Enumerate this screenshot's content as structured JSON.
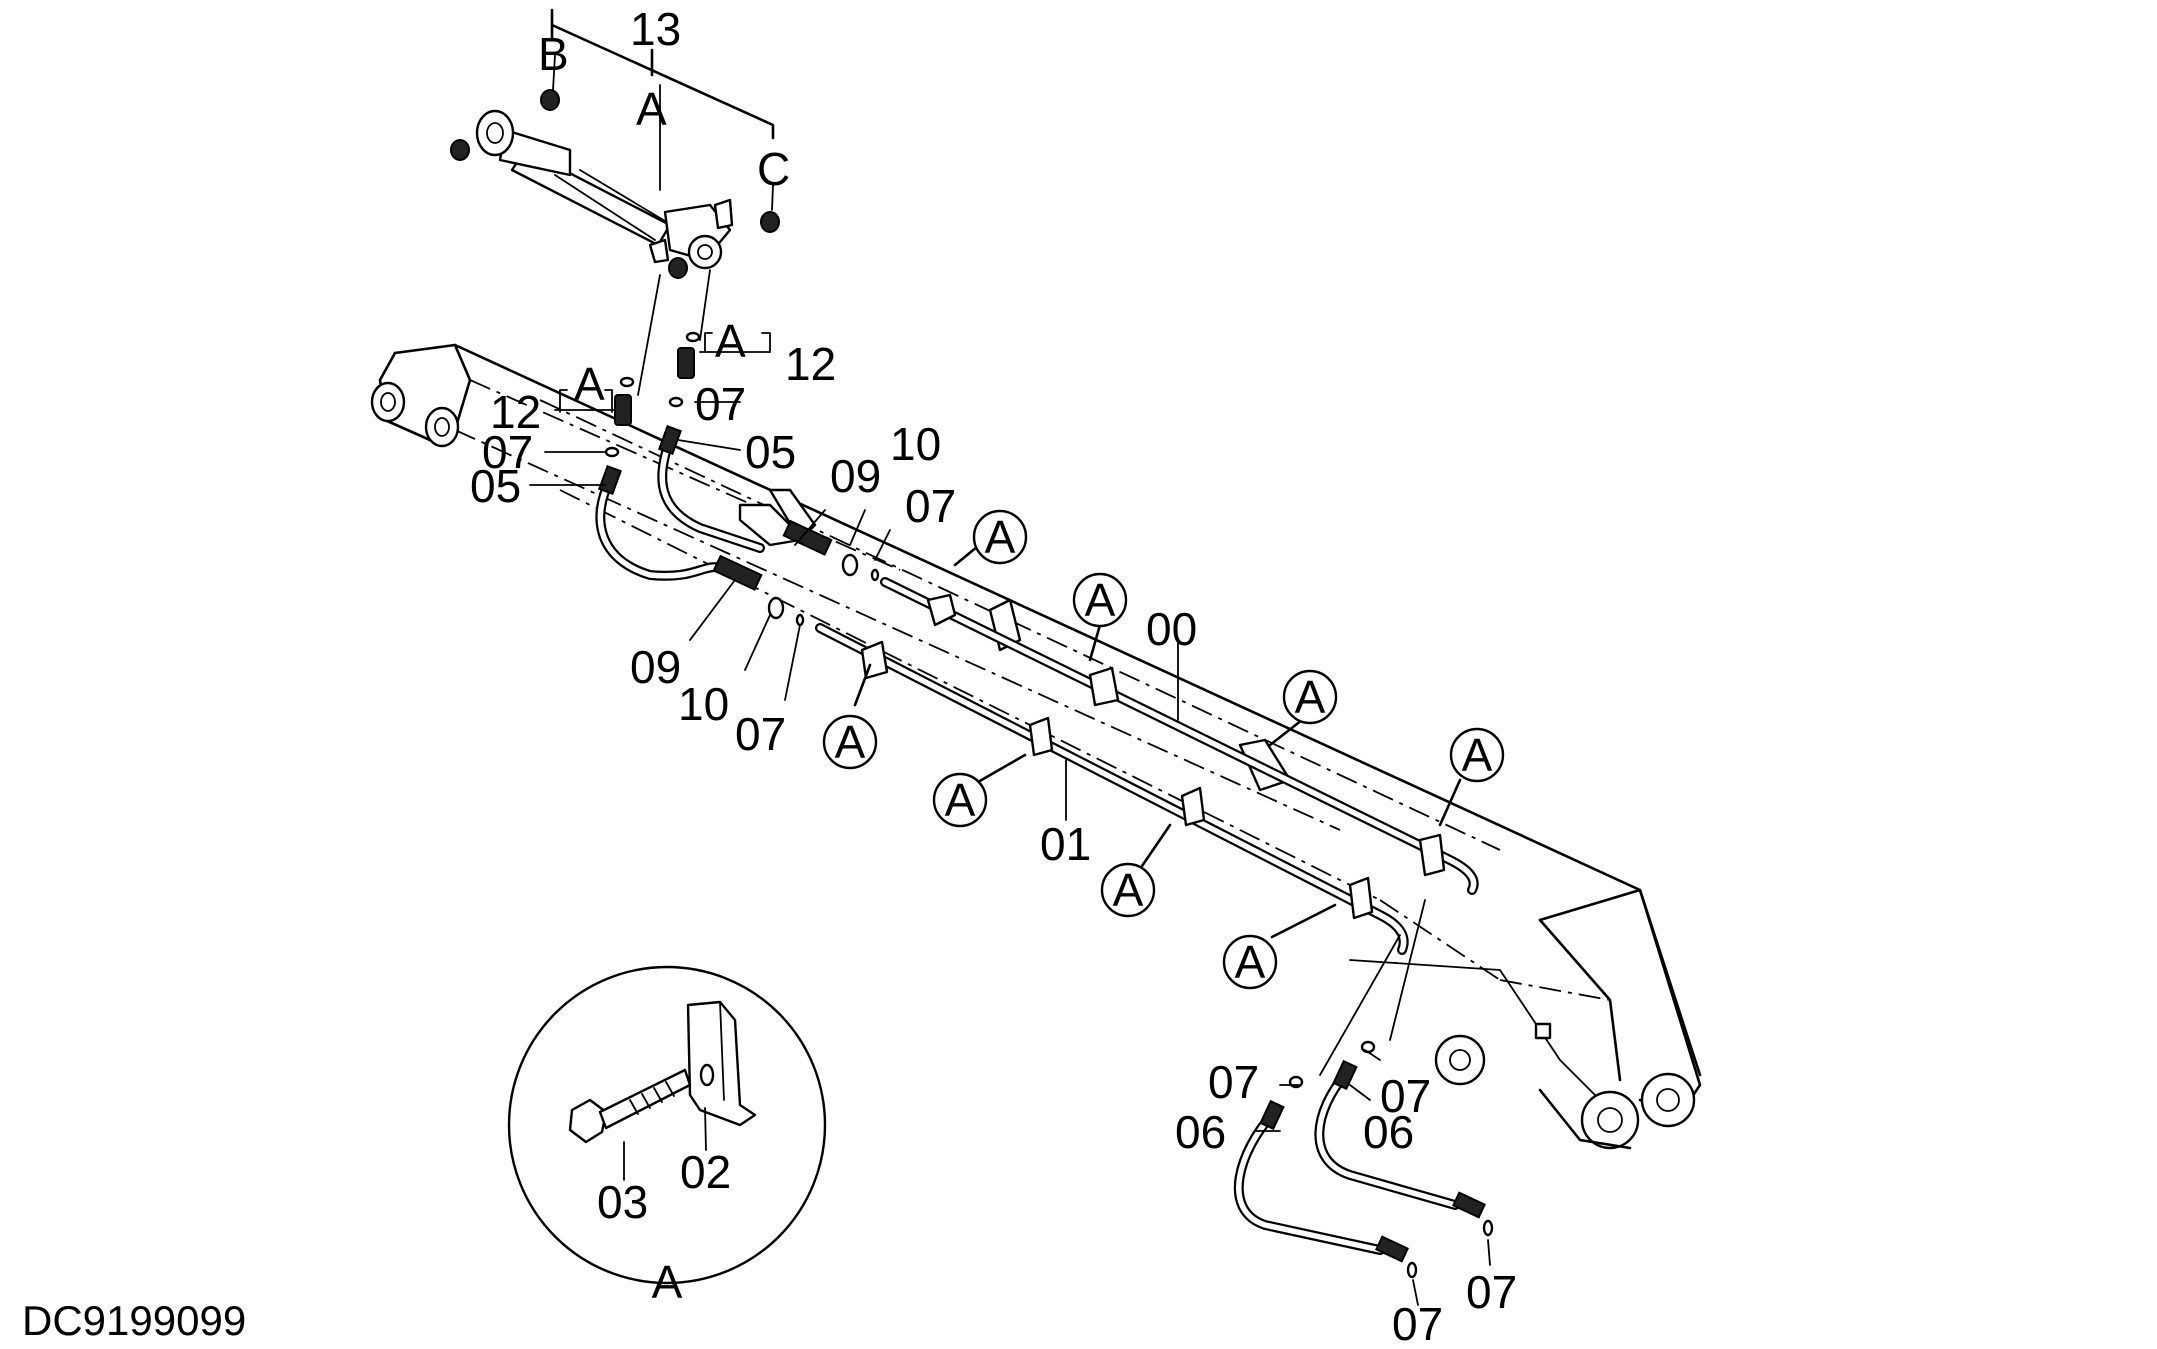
{
  "drawing_code": "DC9199099",
  "callouts": {
    "p13": "13",
    "pB": "B",
    "pC": "C",
    "pA_cyl": "A",
    "pA_right": "A",
    "p12_right": "12",
    "pA_left": "A",
    "p12_left": "12",
    "p07_a": "07",
    "p07_b": "07",
    "p05_a": "05",
    "p05_b": "05",
    "p09_a": "09",
    "p10_a": "10",
    "p07_c": "07",
    "p09_b": "09",
    "p10_b": "10",
    "p07_d": "07",
    "p00": "00",
    "p01": "01",
    "p07_e": "07",
    "p07_f": "07",
    "p06_a": "06",
    "p06_b": "06",
    "p07_g": "07",
    "p07_h": "07"
  },
  "circled_refs": [
    "A",
    "A",
    "A",
    "A",
    "A",
    "A",
    "A",
    "A"
  ],
  "detail": {
    "title": "A",
    "bolt": "03",
    "clamp": "02"
  }
}
